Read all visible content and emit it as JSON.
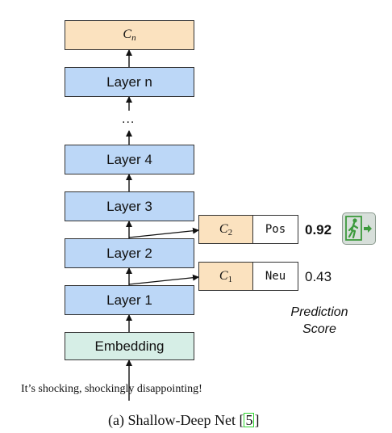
{
  "diagram": {
    "top_symbol": "C",
    "top_subscript": "n",
    "layers": {
      "layer_n": "Layer n",
      "layer_4": "Layer 4",
      "layer_3": "Layer 3",
      "layer_2": "Layer 2",
      "layer_1": "Layer 1"
    },
    "ellipsis": "...",
    "embedding": "Embedding",
    "classifiers": [
      {
        "symbol": "C",
        "subscript": "2",
        "label": "Pos",
        "score": "0.92"
      },
      {
        "symbol": "C",
        "subscript": "1",
        "label": "Neu",
        "score": "0.43"
      }
    ],
    "prediction_label_line1": "Prediction",
    "prediction_label_line2": "Score",
    "input_text": "It’s shocking, shockingly disappointing!",
    "caption_text": "(a) Shallow-Deep Net [",
    "caption_ref": "5",
    "caption_close": "]",
    "colors": {
      "layer": "#bcd7f7",
      "top_box": "#fbe2bf",
      "embedding": "#d6eee6",
      "classifier": "#fbe2bf",
      "ref_box": "#2fd62f",
      "exit_icon_figure": "#3c9a3c"
    },
    "icons": {
      "early_exit": "exit-door-icon"
    }
  }
}
